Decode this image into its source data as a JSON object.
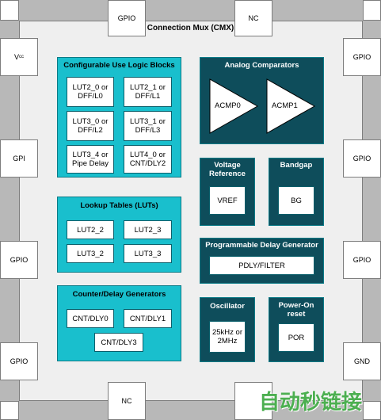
{
  "cmx_title": "Connection Mux (CMX)",
  "pins": {
    "top_left": "GPIO",
    "top_right": "NC",
    "left_1_main": "V",
    "left_1_sub": "cc",
    "left_2": "GPI",
    "left_3": "GPIO",
    "left_4": "GPIO",
    "right_1": "GPIO",
    "right_2": "GPIO",
    "right_3": "GPIO",
    "right_4": "GND",
    "bottom_left": "NC"
  },
  "lut_blocks": {
    "title": "Configurable Use Logic Blocks",
    "cells": [
      "LUT2_0 or\nDFF/L0",
      "LUT2_1 or\nDFF/L1",
      "LUT3_0 or\nDFF/L2",
      "LUT3_1 or\nDFF/L3",
      "LUT3_4 or\nPipe Delay",
      "LUT4_0 or\nCNT/DLY2"
    ]
  },
  "lookup_tables": {
    "title": "Lookup Tables (LUTs)",
    "cells": [
      "LUT2_2",
      "LUT2_3",
      "LUT3_2",
      "LUT3_3"
    ]
  },
  "counters": {
    "title": "Counter/Delay Generators",
    "cells": [
      "CNT/DLY0",
      "CNT/DLY1",
      "CNT/DLY3"
    ]
  },
  "analog": {
    "title": "Analog Comparators",
    "comparators": [
      "ACMP0",
      "ACMP1"
    ]
  },
  "vref": {
    "title": "Voltage\nReference",
    "cell": "VREF"
  },
  "bandgap": {
    "title": "Bandgap",
    "cell": "BG"
  },
  "pdly": {
    "title": "Programmable Delay Generator",
    "cell": "PDLY/FILTER"
  },
  "oscillator": {
    "title": "Oscillator",
    "cell": "25kHz or\n2MHz"
  },
  "por": {
    "title": "Power-On\nreset",
    "cell": "POR"
  },
  "watermark": "自动秒链接",
  "colors": {
    "cyan_block": "#19bfcd",
    "teal_block": "#0e4d5b",
    "chip_border": "#b8b8b8",
    "chip_interior": "#efefef",
    "watermark": "#4caf50"
  }
}
